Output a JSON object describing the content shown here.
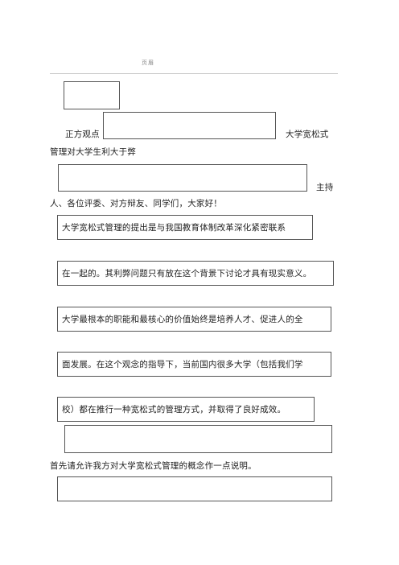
{
  "header": {
    "text": "页眉"
  },
  "document": {
    "line1_left": "正方观点",
    "line1_right": "大学宽松式",
    "line2": "管理对大学生利大于弊",
    "line3_right": "主持",
    "line4": "人、各位评委、对方辩友、同学们，大家好！",
    "para1": "大学宽松式管理的提出是与我国教育体制改革深化紧密联系",
    "para2": "在一起的。其利弊问题只有放在这个背景下讨论才具有现实意义。",
    "para3": "大学最根本的职能和最核心的价值始终是培养人才、促进人的全",
    "para4": "面发展。在这个观念的指导下，当前国内很多大学（包括我们学",
    "para5": "校）都在推行一种宽松式的管理方式，并取得了良好成效。",
    "para6": "首先请允许我方对大学宽松式管理的概念作一点说明。"
  }
}
